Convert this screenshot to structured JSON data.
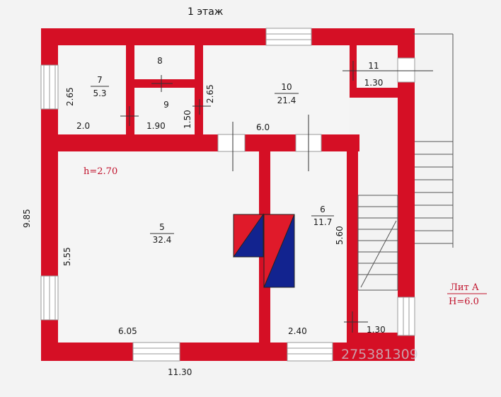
{
  "title": "1 этаж",
  "rooms": [
    {
      "id": "7",
      "area": "5.3"
    },
    {
      "id": "8",
      "area": ""
    },
    {
      "id": "9",
      "area": ""
    },
    {
      "id": "10",
      "area": "21.4"
    },
    {
      "id": "11",
      "area": "1.30"
    },
    {
      "id": "5",
      "area": "32.4"
    },
    {
      "id": "6",
      "area": "11.7"
    }
  ],
  "dimensions": {
    "total_height": "9.85",
    "total_width": "11.30",
    "room7_height": "2.65",
    "room7_width": "2.0",
    "room9_width": "1.90",
    "room9_height": "1.50",
    "room10_height": "2.65",
    "room10_width": "6.0",
    "room5_height": "5.55",
    "room5_width": "6.05",
    "room6_height": "5.60",
    "room6_width": "2.40",
    "stair_width": "1.30"
  },
  "ceiling_height": "h=2.70",
  "lit": {
    "line1": "Лит А",
    "line2": "H=6.0"
  },
  "watermark": "275381309",
  "colors": {
    "wall": "#d50f25",
    "window": "#ffffff",
    "stove_red": "#e01a2a",
    "stove_blue": "#12238f",
    "dim_text": "#1a1a1a",
    "accent_text": "#c0102a"
  }
}
